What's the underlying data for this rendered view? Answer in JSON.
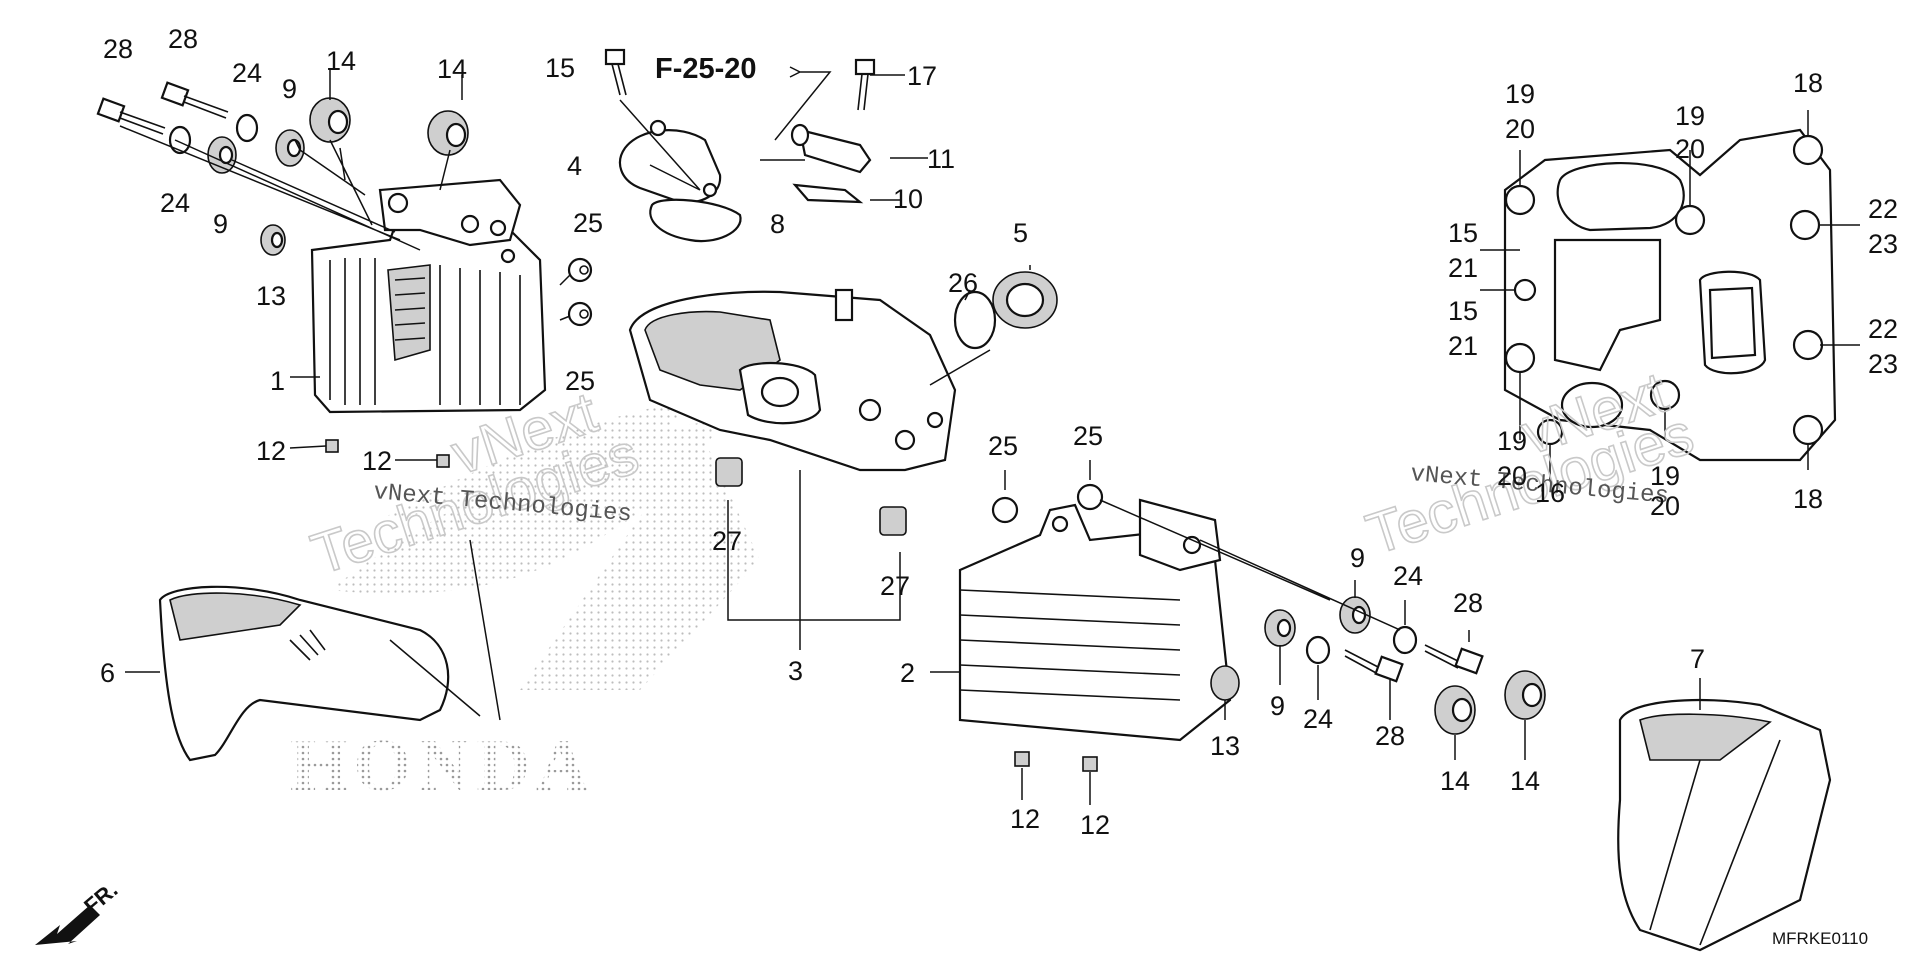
{
  "diagram": {
    "ref_label": "F-25-20",
    "drawing_code": "MFRKE0110",
    "direction_label": "FR.",
    "brand_wordmark": "HONDA",
    "watermarks": [
      "vNext",
      "Technologies",
      "vNext Technologies"
    ],
    "callouts": [
      {
        "id": "c28a",
        "text": "28"
      },
      {
        "id": "c28b",
        "text": "28"
      },
      {
        "id": "c24a",
        "text": "24"
      },
      {
        "id": "c9a",
        "text": "9"
      },
      {
        "id": "c14a",
        "text": "14"
      },
      {
        "id": "c14b",
        "text": "14"
      },
      {
        "id": "c24b",
        "text": "24"
      },
      {
        "id": "c9b",
        "text": "9"
      },
      {
        "id": "c13a",
        "text": "13"
      },
      {
        "id": "c1",
        "text": "1"
      },
      {
        "id": "c12a",
        "text": "12"
      },
      {
        "id": "c12b",
        "text": "12"
      },
      {
        "id": "c25a",
        "text": "25"
      },
      {
        "id": "c25b",
        "text": "25"
      },
      {
        "id": "c15a",
        "text": "15"
      },
      {
        "id": "c4",
        "text": "4"
      },
      {
        "id": "c8",
        "text": "8"
      },
      {
        "id": "c17",
        "text": "17"
      },
      {
        "id": "c11",
        "text": "11"
      },
      {
        "id": "c10",
        "text": "10"
      },
      {
        "id": "c5",
        "text": "5"
      },
      {
        "id": "c26",
        "text": "26"
      },
      {
        "id": "c27a",
        "text": "27"
      },
      {
        "id": "c27b",
        "text": "27"
      },
      {
        "id": "c3",
        "text": "3"
      },
      {
        "id": "c6",
        "text": "6"
      },
      {
        "id": "c25c",
        "text": "25"
      },
      {
        "id": "c25d",
        "text": "25"
      },
      {
        "id": "c2",
        "text": "2"
      },
      {
        "id": "c13b",
        "text": "13"
      },
      {
        "id": "c9c",
        "text": "9"
      },
      {
        "id": "c24c",
        "text": "24"
      },
      {
        "id": "c28c",
        "text": "28"
      },
      {
        "id": "c9d",
        "text": "9"
      },
      {
        "id": "c24d",
        "text": "24"
      },
      {
        "id": "c28d",
        "text": "28"
      },
      {
        "id": "c12c",
        "text": "12"
      },
      {
        "id": "c12d",
        "text": "12"
      },
      {
        "id": "c14c",
        "text": "14"
      },
      {
        "id": "c14d",
        "text": "14"
      },
      {
        "id": "c7",
        "text": "7"
      },
      {
        "id": "c19a",
        "text": "19"
      },
      {
        "id": "c20a",
        "text": "20"
      },
      {
        "id": "c19b",
        "text": "19"
      },
      {
        "id": "c20b",
        "text": "20"
      },
      {
        "id": "c18a",
        "text": "18"
      },
      {
        "id": "c22a",
        "text": "22"
      },
      {
        "id": "c23a",
        "text": "23"
      },
      {
        "id": "c15b",
        "text": "15"
      },
      {
        "id": "c21a",
        "text": "21"
      },
      {
        "id": "c15c",
        "text": "15"
      },
      {
        "id": "c21b",
        "text": "21"
      },
      {
        "id": "c22b",
        "text": "22"
      },
      {
        "id": "c23b",
        "text": "23"
      },
      {
        "id": "c19c",
        "text": "19"
      },
      {
        "id": "c20c",
        "text": "20"
      },
      {
        "id": "c16",
        "text": "16"
      },
      {
        "id": "c19d",
        "text": "19"
      },
      {
        "id": "c20d",
        "text": "20"
      },
      {
        "id": "c18b",
        "text": "18"
      }
    ]
  }
}
